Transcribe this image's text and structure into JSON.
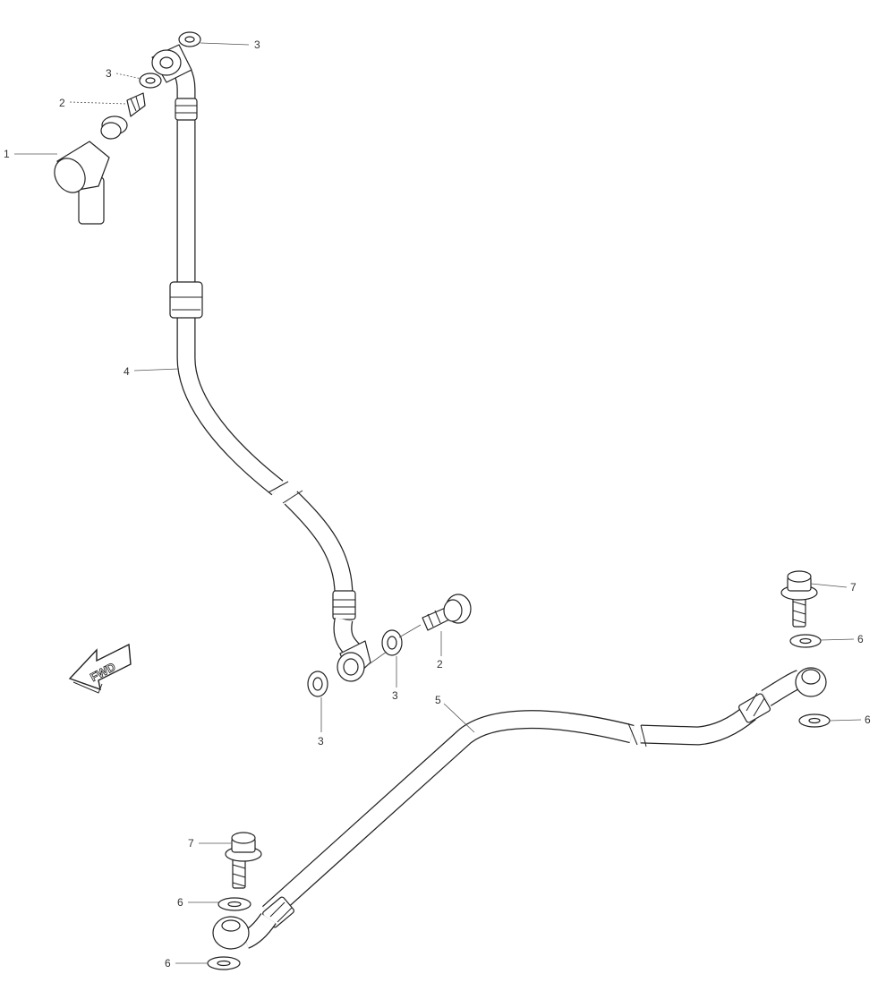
{
  "diagram": {
    "fwd_label": "FWD",
    "callouts": {
      "c1": "1",
      "c2_top": "2",
      "c2_mid": "2",
      "c3_top_right": "3",
      "c3_top_left": "3",
      "c3_mid": "3",
      "c3_bottom": "3",
      "c4": "4",
      "c5": "5",
      "c6_right_upper": "6",
      "c6_right_lower": "6",
      "c6_left_upper": "6",
      "c6_left_lower": "6",
      "c7_right": "7",
      "c7_left": "7"
    }
  }
}
